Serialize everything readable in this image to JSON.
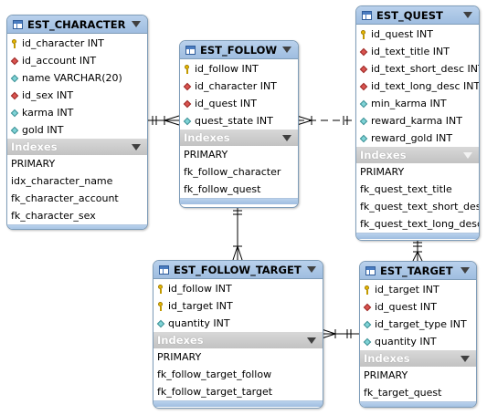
{
  "tables": {
    "est_character": {
      "title": "EST_CHARACTER",
      "columns": [
        {
          "label": "id_character INT",
          "icon": "key-icon"
        },
        {
          "label": "id_account INT",
          "icon": "foreign-key-icon"
        },
        {
          "label": "name VARCHAR(20)",
          "icon": "attribute-icon"
        },
        {
          "label": "id_sex INT",
          "icon": "foreign-key-icon"
        },
        {
          "label": "karma INT",
          "icon": "attribute-icon"
        },
        {
          "label": "gold INT",
          "icon": "attribute-icon"
        }
      ],
      "indexes_label": "Indexes",
      "indexes": [
        "PRIMARY",
        "idx_character_name",
        "fk_character_account",
        "fk_character_sex"
      ]
    },
    "est_follow": {
      "title": "EST_FOLLOW",
      "columns": [
        {
          "label": "id_follow INT",
          "icon": "key-icon"
        },
        {
          "label": "id_character INT",
          "icon": "foreign-key-icon"
        },
        {
          "label": "id_quest INT",
          "icon": "foreign-key-icon"
        },
        {
          "label": "quest_state INT",
          "icon": "attribute-icon"
        }
      ],
      "indexes_label": "Indexes",
      "indexes": [
        "PRIMARY",
        "fk_follow_character",
        "fk_follow_quest"
      ]
    },
    "est_quest": {
      "title": "EST_QUEST",
      "columns": [
        {
          "label": "id_quest INT",
          "icon": "key-icon"
        },
        {
          "label": "id_text_title INT",
          "icon": "foreign-key-icon"
        },
        {
          "label": "id_text_short_desc INT",
          "icon": "foreign-key-icon"
        },
        {
          "label": "id_text_long_desc INT",
          "icon": "foreign-key-icon"
        },
        {
          "label": "min_karma INT",
          "icon": "attribute-icon"
        },
        {
          "label": "reward_karma INT",
          "icon": "attribute-icon"
        },
        {
          "label": "reward_gold INT",
          "icon": "attribute-icon"
        }
      ],
      "indexes_label": "Indexes",
      "indexes": [
        "PRIMARY",
        "fk_quest_text_title",
        "fk_quest_text_short_desc",
        "fk_quest_text_long_desc"
      ]
    },
    "est_follow_target": {
      "title": "EST_FOLLOW_TARGET",
      "columns": [
        {
          "label": "id_follow INT",
          "icon": "key-icon"
        },
        {
          "label": "id_target INT",
          "icon": "key-icon"
        },
        {
          "label": "quantity INT",
          "icon": "attribute-icon"
        }
      ],
      "indexes_label": "Indexes",
      "indexes": [
        "PRIMARY",
        "fk_follow_target_follow",
        "fk_follow_target_target"
      ]
    },
    "est_target": {
      "title": "EST_TARGET",
      "columns": [
        {
          "label": "id_target INT",
          "icon": "key-icon"
        },
        {
          "label": "id_quest INT",
          "icon": "foreign-key-icon"
        },
        {
          "label": "id_target_type INT",
          "icon": "attribute-icon"
        },
        {
          "label": "quantity INT",
          "icon": "attribute-icon"
        }
      ],
      "indexes_label": "Indexes",
      "indexes": [
        "PRIMARY",
        "fk_target_quest"
      ]
    }
  },
  "relationships": [
    {
      "from": "est_character",
      "to": "est_follow",
      "style": "solid"
    },
    {
      "from": "est_follow",
      "to": "est_quest",
      "style": "dashed"
    },
    {
      "from": "est_follow",
      "to": "est_follow_target",
      "style": "solid"
    },
    {
      "from": "est_follow_target",
      "to": "est_target",
      "style": "solid"
    },
    {
      "from": "est_target",
      "to": "est_quest",
      "style": "solid"
    }
  ],
  "colors": {
    "header": "#a8c6e8",
    "indexes_bar": "#cccccc",
    "primary_key": "#e8b800",
    "foreign_key": "#d9534f",
    "attribute": "#7fd3d6"
  }
}
